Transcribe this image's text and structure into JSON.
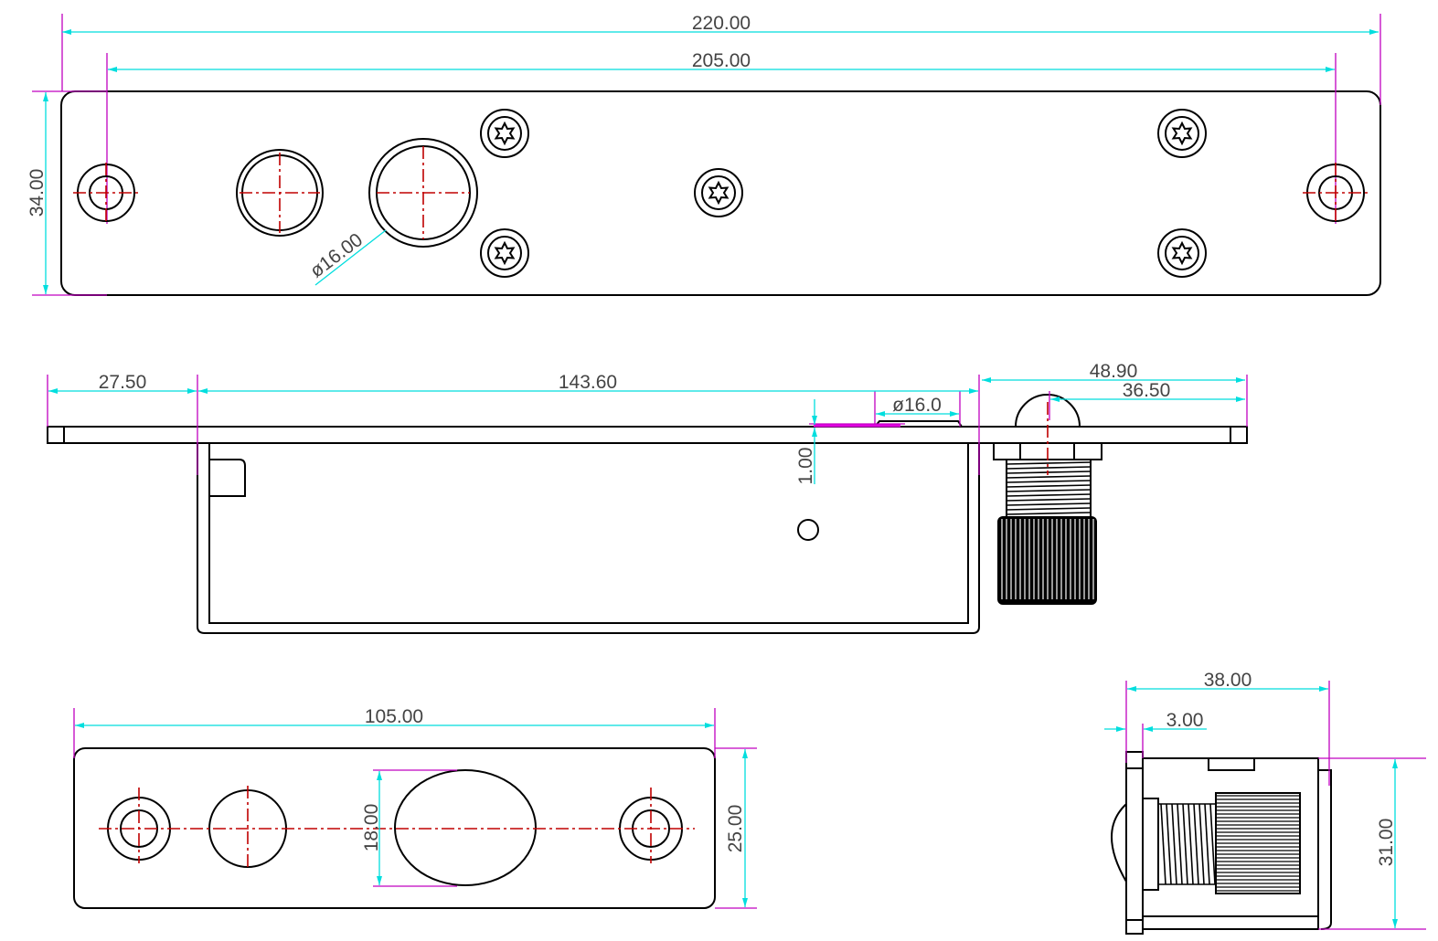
{
  "colors": {
    "outline": "#000000",
    "dimension": "#00dede",
    "extension": "#c000c0",
    "centerline": "#c00000"
  },
  "top_view": {
    "overall_length": "220.00",
    "hole_spacing": "205.00",
    "width": "34.00",
    "diameter": "ø16.00"
  },
  "side_view": {
    "offset": "27.50",
    "body_length": "143.60",
    "knob_offset": "48.90",
    "knob_center": "36.50",
    "diameter": "ø16.0",
    "step": "1.00"
  },
  "strike_view": {
    "length": "105.00",
    "width": "25.00",
    "slot_height": "18.00"
  },
  "end_view": {
    "depth": "38.00",
    "flange": "3.00",
    "height": "31.00"
  }
}
